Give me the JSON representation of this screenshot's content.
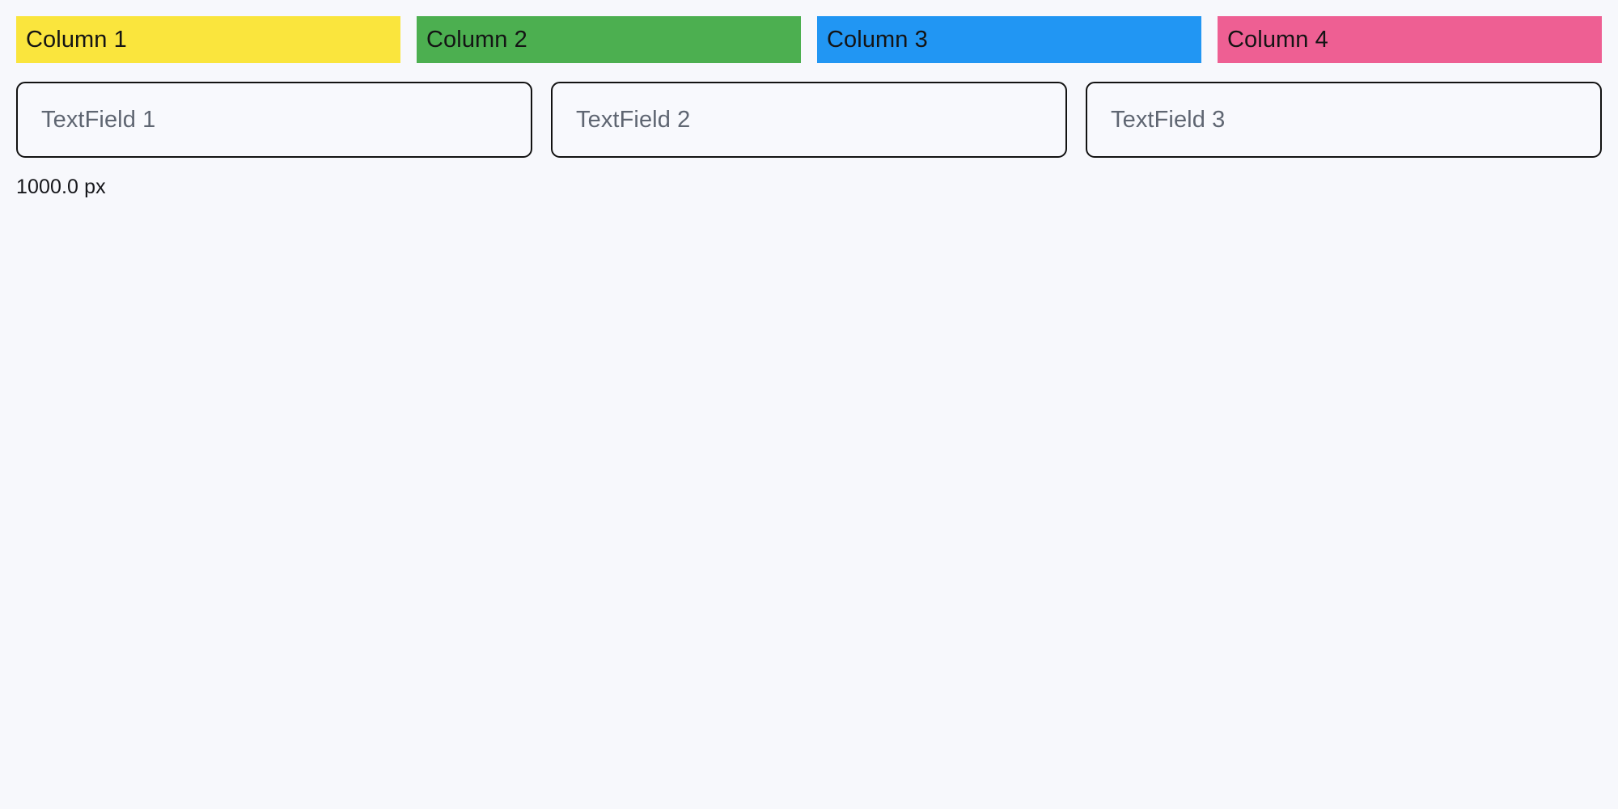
{
  "page": {
    "background_color": "#f7f8fc",
    "text_color": "#141414"
  },
  "columns": {
    "items": [
      {
        "label": "Column 1",
        "color": "#fae53d",
        "name": "column-1"
      },
      {
        "label": "Column 2",
        "color": "#4caf50",
        "name": "column-2"
      },
      {
        "label": "Column 3",
        "color": "#2196f3",
        "name": "column-3"
      },
      {
        "label": "Column 4",
        "color": "#ee5f93",
        "name": "column-4"
      }
    ]
  },
  "textfields": {
    "items": [
      {
        "placeholder": "TextField 1",
        "value": ""
      },
      {
        "placeholder": "TextField 2",
        "value": ""
      },
      {
        "placeholder": "TextField 3",
        "value": ""
      }
    ],
    "border_color": "#121212",
    "placeholder_color": "#5f6672"
  },
  "measurement": {
    "label": "1000.0 px"
  }
}
